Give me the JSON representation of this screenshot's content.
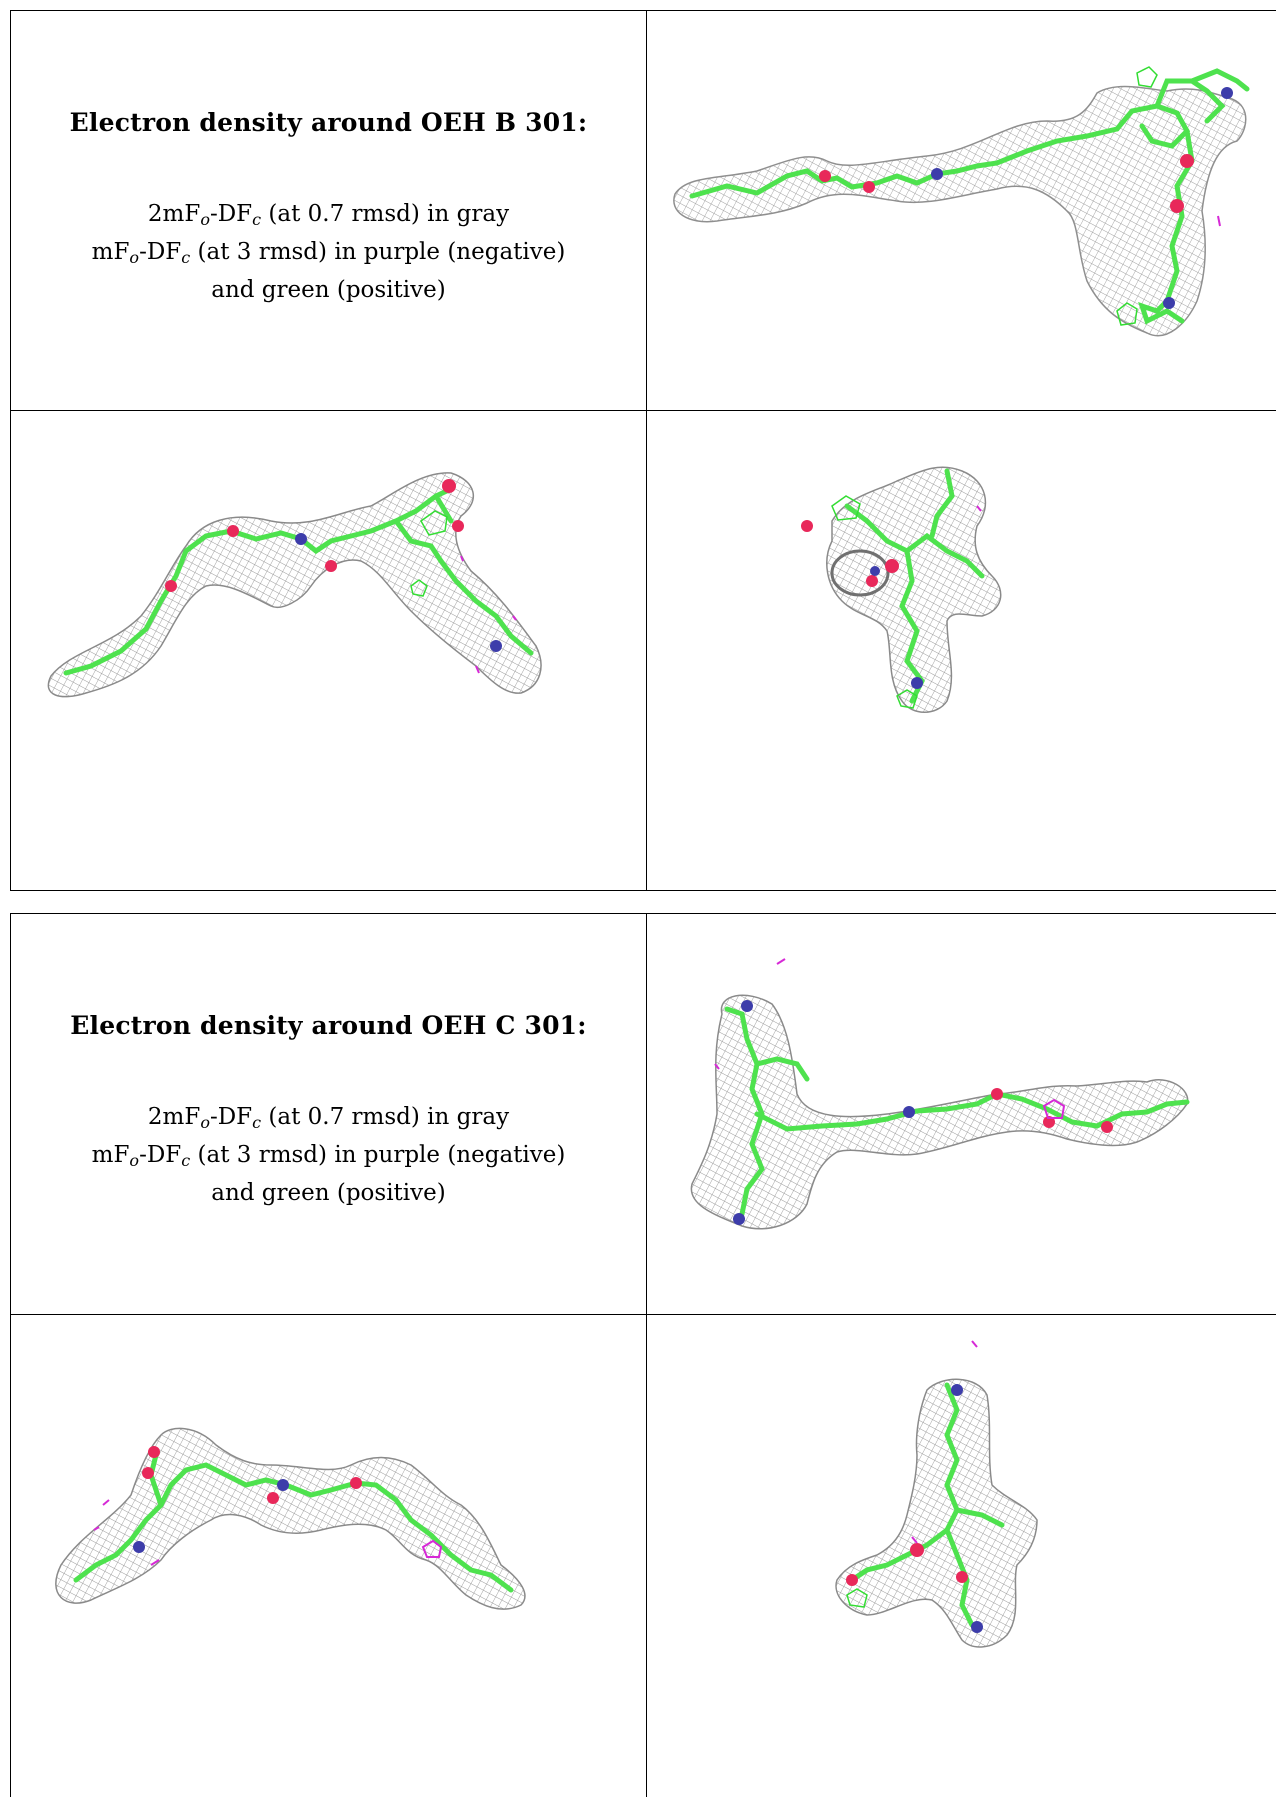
{
  "panels": [
    {
      "title": "Electron density around OEH B 301:",
      "map1": {
        "prefix": "2mF",
        "sub1": "o",
        "mid": "-DF",
        "sub2": "c",
        "suffix": " (at 0.7 rmsd) in gray"
      },
      "map2": {
        "prefix": "mF",
        "sub1": "o",
        "mid": "-DF",
        "sub2": "c",
        "suffix": " (at 3 rmsd) in purple (negative)"
      },
      "map2_cont": "and green (positive)"
    },
    {
      "title": "Electron density around OEH C 301:",
      "map1": {
        "prefix": "2mF",
        "sub1": "o",
        "mid": "-DF",
        "sub2": "c",
        "suffix": " (at 0.7 rmsd) in gray"
      },
      "map2": {
        "prefix": "mF",
        "sub1": "o",
        "mid": "-DF",
        "sub2": "c",
        "suffix": " (at 3 rmsd) in purple (negative)"
      },
      "map2_cont": "and green (positive)"
    }
  ],
  "colors": {
    "mesh": "#9a9a9a",
    "carbon": "#4ee24e",
    "oxygen": "#e8285a",
    "nitrogen": "#3d3daa",
    "negative": "#d629d6",
    "positive": "#33dd33"
  }
}
